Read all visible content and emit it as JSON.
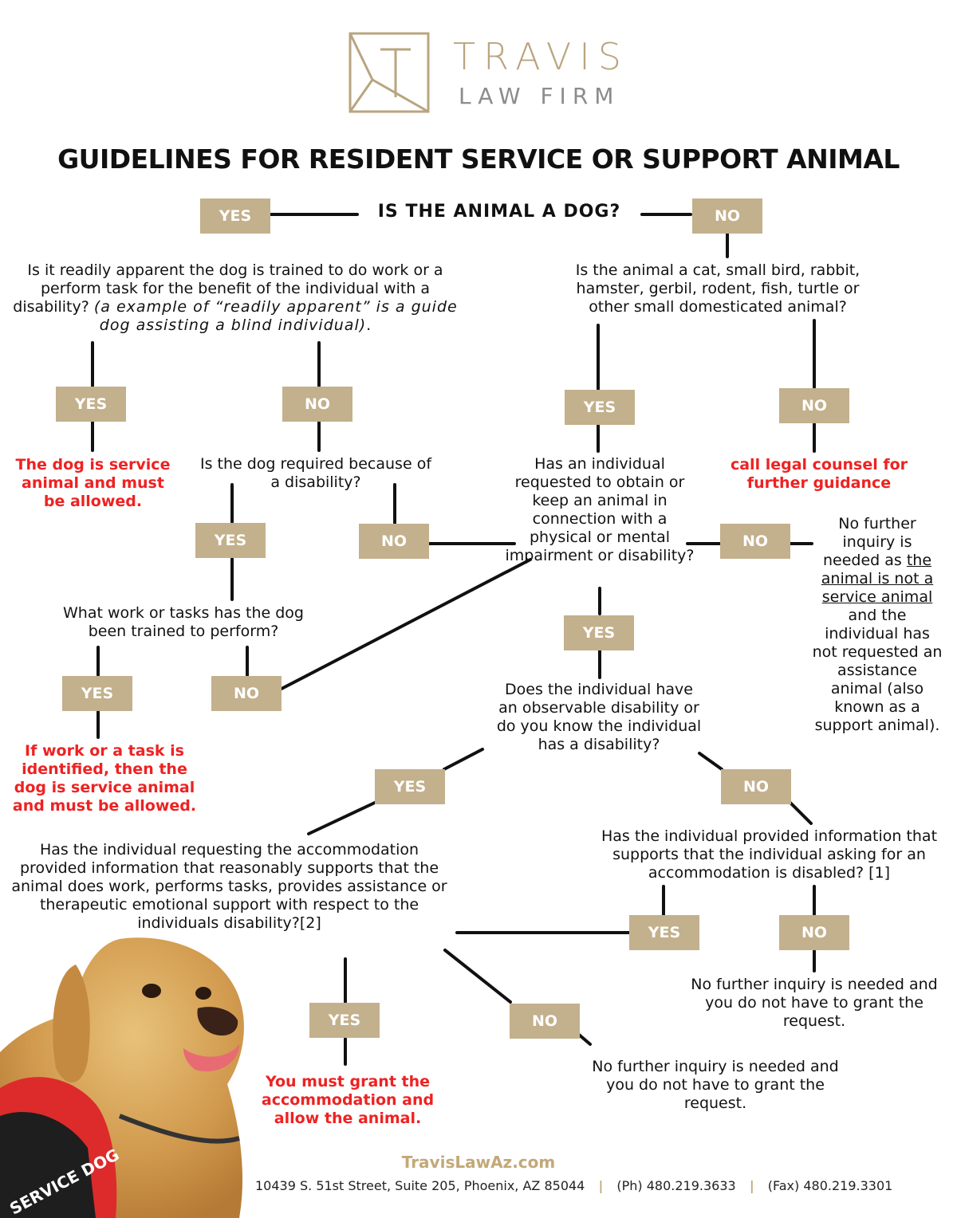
{
  "brand": {
    "name": "TRAVIS",
    "sub": "LAW FIRM"
  },
  "title": "GUIDELINES FOR RESIDENT SERVICE OR SUPPORT ANIMAL",
  "labels": {
    "yes": "YES",
    "no": "NO"
  },
  "nodes": {
    "q_dog": "IS THE ANIMAL A DOG?",
    "q_apparent_1": "Is it readily apparent the dog is trained to do work or a perform task for the benefit of the individual with a disability?",
    "q_apparent_2": "(a example of “readily apparent” is a guide dog assisting a blind individual)",
    "q_small": "Is the animal a cat, small bird, rabbit, hamster, gerbil, rodent, fish, turtle or other small domesticated animal?",
    "r_service": "The dog is service animal and must be allowed.",
    "q_required": "Is the dog required because of a disability?",
    "q_requested": "Has an individual requested to obtain or keep an animal in connection with a physical or mental impairment or disability?",
    "r_counsel": "call legal counsel for further guidance",
    "r_not_service_1": "No further inquiry is needed as",
    "r_not_service_2": "the animal is not a service animal",
    "r_not_service_3": "and the individual has not requested an assistance animal (also known as a support animal).",
    "q_tasks": "What work or tasks has the dog been trained to perform?",
    "r_task": "If work or a task is identified, then the dog is service animal and must be allowed.",
    "q_observable": "Does the individual have an observable disability or do you know the individual has a disability?",
    "q_info": "Has the individual provided information that supports that the individual asking for an accommodation is disabled? [1]",
    "q_supports": "Has the individual requesting the accommodation provided information that reasonably supports that the animal does work, performs tasks, provides assistance or therapeutic emotional support with respect to the individuals disability?[2]",
    "r_no_inquiry_right": "No further inquiry is needed and you do not have to grant the request.",
    "r_grant": "You must grant the accommodation and allow the animal.",
    "r_no_inquiry_bottom": "No further inquiry is needed and you do not have to grant the request."
  },
  "footer": {
    "url": "TravisLawAz.com",
    "address": "10439 S. 51st Street, Suite 205,  Phoenix,  AZ  85044",
    "phone": "(Ph) 480.219.3633",
    "fax": "(Fax) 480.219.3301",
    "separator": "|"
  },
  "photo": {
    "vest_text": "SERVICE DOG"
  },
  "colors": {
    "badge": "#c3b08c",
    "result_red": "#ee2222",
    "brand_gold": "#b9a57e"
  }
}
